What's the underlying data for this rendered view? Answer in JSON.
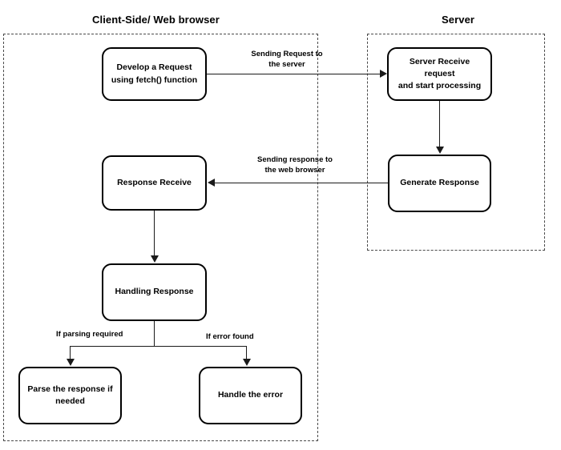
{
  "diagram": {
    "type": "flowchart",
    "title_client": "Client-Side/ Web browser",
    "title_server": "Server",
    "lanes": [
      {
        "id": "client",
        "label": "Client-Side/ Web browser"
      },
      {
        "id": "server",
        "label": "Server"
      }
    ],
    "nodes": [
      {
        "id": "develop-request",
        "lane": "client",
        "line1": "Develop a Request",
        "line2": "using fetch() function"
      },
      {
        "id": "server-receive",
        "lane": "server",
        "line1": "Server Receive request",
        "line2": "and start processing"
      },
      {
        "id": "generate-response",
        "lane": "server",
        "line1": "Generate Response",
        "line2": ""
      },
      {
        "id": "response-receive",
        "lane": "client",
        "line1": "Response Receive",
        "line2": ""
      },
      {
        "id": "handling-response",
        "lane": "client",
        "line1": "Handling Response",
        "line2": ""
      },
      {
        "id": "parse-response",
        "lane": "client",
        "line1": "Parse the response if",
        "line2": "needed"
      },
      {
        "id": "handle-error",
        "lane": "client",
        "line1": "Handle the error",
        "line2": ""
      }
    ],
    "edges": [
      {
        "id": "request-edge",
        "from": "develop-request",
        "to": "server-receive",
        "label_line1": "Sending Request to",
        "label_line2": "the server"
      },
      {
        "id": "process-edge",
        "from": "server-receive",
        "to": "generate-response",
        "label_line1": "",
        "label_line2": ""
      },
      {
        "id": "response-edge",
        "from": "generate-response",
        "to": "response-receive",
        "label_line1": "Sending response to",
        "label_line2": "the web browser"
      },
      {
        "id": "handling-edge",
        "from": "response-receive",
        "to": "handling-response",
        "label_line1": "",
        "label_line2": ""
      },
      {
        "id": "parse-branch",
        "from": "handling-response",
        "to": "parse-response",
        "label_line1": "If parsing required",
        "label_line2": ""
      },
      {
        "id": "error-branch",
        "from": "handling-response",
        "to": "handle-error",
        "label_line1": "If error found",
        "label_line2": ""
      }
    ],
    "labels": {
      "sending_request_l1": "Sending Request to",
      "sending_request_l2": "the server",
      "sending_response_l1": "Sending response to",
      "sending_response_l2": "the web browser",
      "if_parsing_required": "If parsing required",
      "if_error_found": "If error found"
    },
    "colors": {
      "background": "#ffffff",
      "node_border": "#000000",
      "node_fill": "#ffffff",
      "connector": "#1a1a1a",
      "lane_border": "#4a4a4a",
      "text": "#000000"
    }
  }
}
